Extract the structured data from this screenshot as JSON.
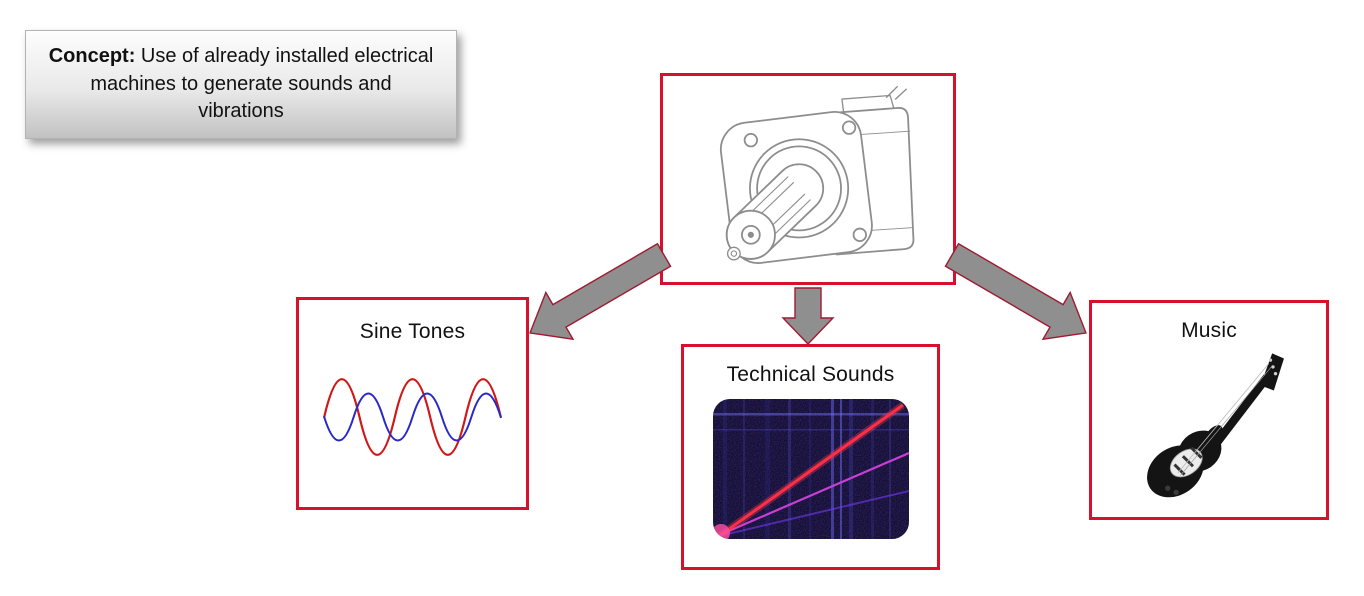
{
  "concept": {
    "label": "Concept:",
    "text": " Use of already installed electrical machines to generate sounds and vibrations"
  },
  "motor": {
    "image_name": "electric-motor-technical-line-drawing"
  },
  "branches": [
    {
      "title": "Sine Tones",
      "image_name": "sine-waves-plot"
    },
    {
      "title": "Technical Sounds",
      "image_name": "spectrogram-image"
    },
    {
      "title": "Music",
      "image_name": "electric-guitar-image"
    }
  ],
  "arrows": [
    {
      "name": "arrow-to-sine-tones",
      "direction": "down-left"
    },
    {
      "name": "arrow-to-technical-sounds",
      "direction": "down"
    },
    {
      "name": "arrow-to-music",
      "direction": "down-right"
    }
  ],
  "colors": {
    "box_border": "#d6102d",
    "arrow_fill": "#8f8f8f",
    "arrow_outline": "#9e1b32",
    "sine_red": "#d11717",
    "sine_blue": "#2929c8",
    "spectrogram_bg": "#06030f",
    "spectrogram_line_red": "#ff2e44",
    "spectrogram_line_magenta": "#c93fd4"
  }
}
